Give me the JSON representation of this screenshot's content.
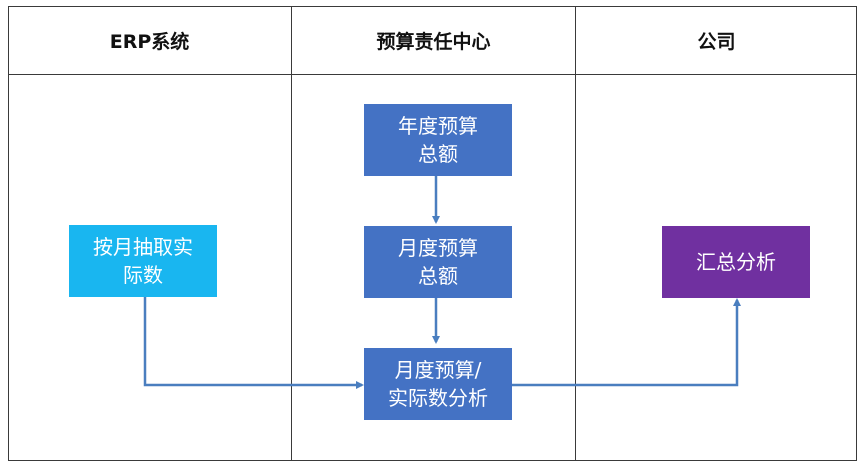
{
  "lanes": [
    {
      "title": "ERP系统"
    },
    {
      "title": "预算责任中心"
    },
    {
      "title": "公司"
    }
  ],
  "nodes": {
    "annual_budget": {
      "line1": "年度预算",
      "line2": "总额",
      "color": "#4472c4"
    },
    "monthly_budget": {
      "line1": "月度预算",
      "line2": "总额",
      "color": "#4472c4"
    },
    "budget_vs_actual": {
      "line1": "月度预算/",
      "line2": "实际数分析",
      "color": "#4472c4"
    },
    "extract_actuals": {
      "line1": "按月抽取实",
      "line2": "际数",
      "color": "#19b6f0"
    },
    "summary_analysis": {
      "line1": "汇总分析",
      "color": "#7030a0"
    }
  },
  "connector_color": "#4a7ebf"
}
